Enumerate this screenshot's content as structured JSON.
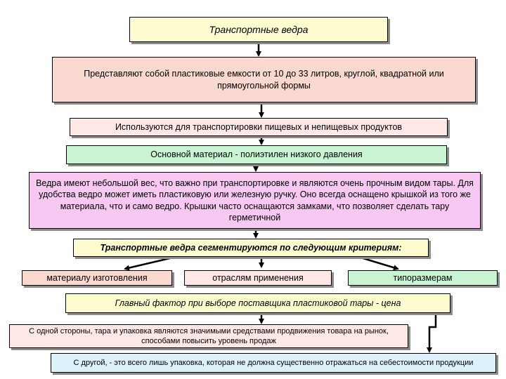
{
  "diagram": {
    "title": "Транспортные ведра",
    "definition": "Представляют собой пластиковые емкости от 10 до 33 литров, круглой, квадратной или прямоугольной формы",
    "usage": "Используются для транспортировки пищевых и непищевых продуктов",
    "material": "Основной материал - полиэтилен низкого давления",
    "description": "Ведра имеют небольшой вес, что важно при транспортировке и являются очень прочным видом тары. Для удобства ведро может иметь пластиковую или железную ручку. Оно всегда оснащено крышкой из того же материала, что и само ведро. Крышки часто оснащаются замками, что позволяет сделать тару герметичной",
    "segmentation_header": "Транспортные ведра сегментируются по следующим критериям:",
    "criteria": [
      "материалу изготовления",
      "отраслям применения",
      "типоразмерам"
    ],
    "main_factor": "Главный фактор при выборе поставщика пластиковой тары - цена",
    "one_hand": "С одной стороны, тара и упаковка являются значимыми средствами продвижения товара на рынок, способами повысить уровень продаж",
    "other_hand": "С другой, - это всего лишь упаковка, которая не должна существенно отражаться на себестоимости продукции"
  },
  "colors": {
    "title_fill": "#fdfccf",
    "definition_fill": "#f9d9cf",
    "usage_fill": "#fde8e6",
    "material_fill": "#c9f4d4",
    "description_fill": "#f7c9f2",
    "segmentation_fill": "#fdfccf",
    "criterion_1_fill": "#f9d9cf",
    "criterion_2_fill": "#fde8e6",
    "criterion_3_fill": "#c9f4d4",
    "main_factor_fill": "#fdfccf",
    "one_hand_fill": "#fde8e6",
    "other_hand_fill": "#ddf1fb"
  }
}
